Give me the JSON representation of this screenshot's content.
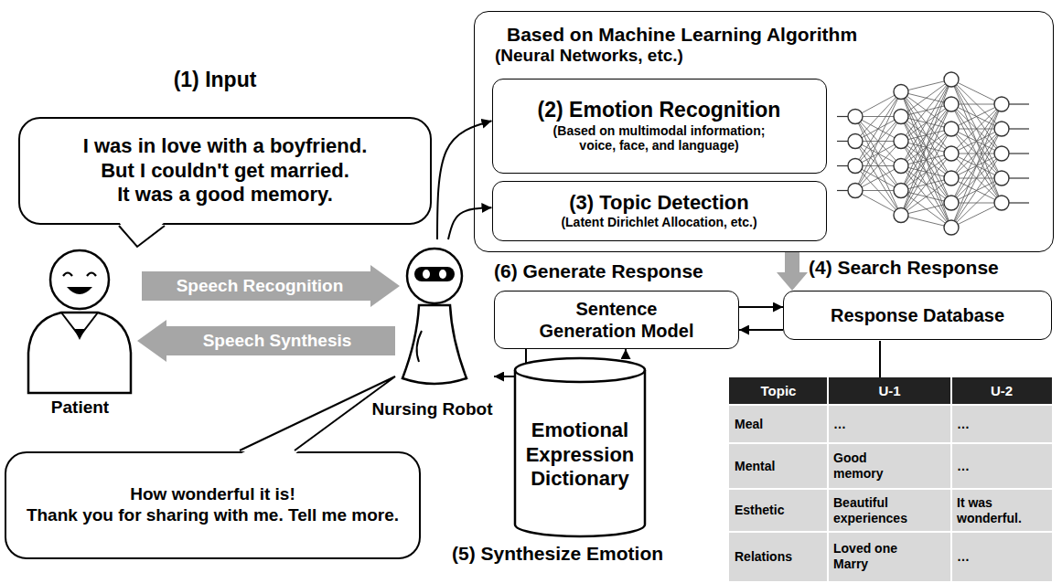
{
  "diagram": {
    "nodes": [
      {
        "text": [
          "I was in love with a boyfriend. But I couldn't get married. It was a good memory."
        ]
      },
      {
        "text": [
          "Patient"
        ]
      },
      {
        "text": [
          "Speech Recognition"
        ]
      },
      {
        "text": [
          "Speech Synthesis"
        ]
      },
      {
        "text": [
          "Nursing Robot"
        ]
      },
      {
        "text": [
          "Based on Machine Learning Algorithm",
          "(Neural Networks, etc.)"
        ]
      },
      {
        "text": [
          "(2) Emotion Recognition",
          "(Based on multimodal information; voice, face, and language)"
        ],
        "in": 5
      },
      {
        "text": [
          "(3) Topic Detection",
          "(Latent Dirichlet Allocation, etc.)"
        ],
        "in": 5
      },
      {
        "text": [
          "Sentence Generation Model"
        ]
      },
      {
        "text": [
          "Response Database"
        ]
      },
      {
        "text": [
          "Emotional Expression Dictionary"
        ]
      },
      {
        "text": [
          "How wonderful it is! Thank you for sharing with me. Tell me more."
        ]
      }
    ],
    "edges": [
      {
        "from": 4,
        "to": 6,
        "arrow": "to"
      },
      {
        "from": 4,
        "to": 7,
        "arrow": "to"
      },
      {
        "from": 5,
        "to": 9,
        "arrow": "to"
      },
      {
        "from": 8,
        "to": 9,
        "arrow": "to"
      },
      {
        "from": 9,
        "to": 8,
        "arrow": "to"
      },
      {
        "from": 10,
        "to": 8,
        "arrow": "to"
      },
      {
        "from": 8,
        "to": 4,
        "arrow": "to"
      }
    ],
    "labels": [
      "(1) Input",
      "(6) Generate Response",
      "(4) Search Response",
      "(5) Synthesize Emotion",
      "Topic",
      "U-1",
      "U-2",
      "Meal",
      "…",
      "…",
      "Mental",
      "Good memory",
      "…",
      "Esthetic",
      "Beautiful experiences",
      "It was wonderful.",
      "Relations",
      "Loved one Marry",
      "…"
    ]
  }
}
